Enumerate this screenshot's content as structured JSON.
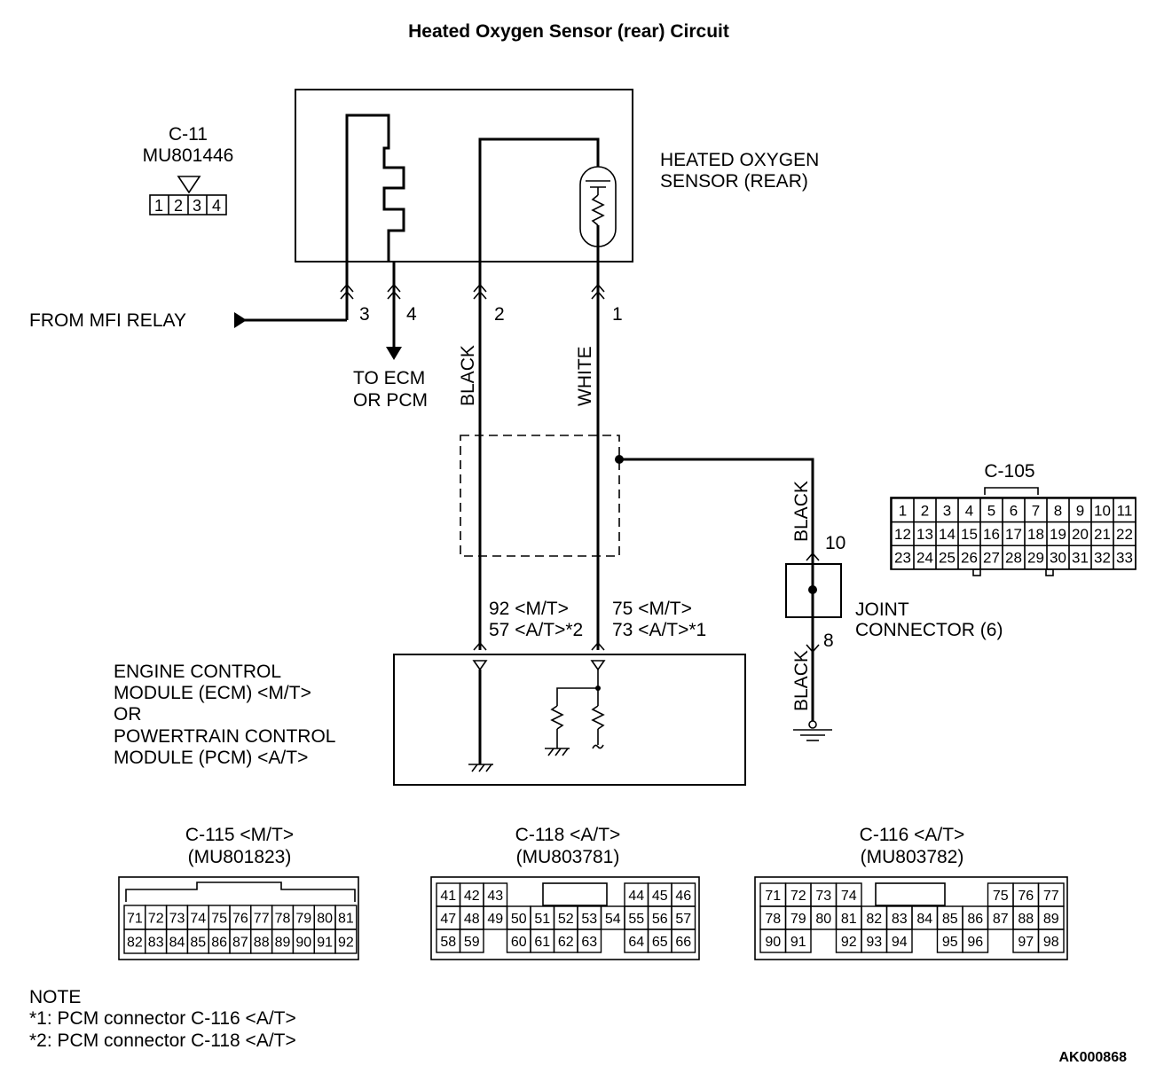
{
  "title": "Heated Oxygen Sensor (rear) Circuit",
  "drawing_code": "AK000868",
  "sensor": {
    "label_line1": "HEATED OXYGEN",
    "label_line2": "SENSOR (REAR)",
    "connector_id": "C-11",
    "connector_part": "MU801446",
    "connector_pins": [
      "1",
      "2",
      "3",
      "4"
    ]
  },
  "wires": {
    "pin3": "3",
    "pin4": "4",
    "pin2": "2",
    "pin1": "1",
    "from_relay": "FROM MFI RELAY",
    "to_ecm_line1": "TO ECM",
    "to_ecm_line2": "OR PCM",
    "color_black": "BLACK",
    "color_white": "WHITE",
    "ecm_pin_black_1": "92 <M/T>",
    "ecm_pin_black_2": "57 <A/T>*2",
    "ecm_pin_white_1": "75 <M/T>",
    "ecm_pin_white_2": "73 <A/T>*1"
  },
  "joint": {
    "pin_top": "10",
    "pin_bottom": "8",
    "wire_top_color": "BLACK",
    "wire_bottom_color": "BLACK",
    "label_line1": "JOINT",
    "label_line2": "CONNECTOR (6)",
    "connector_id": "C-105",
    "pins": [
      [
        "1",
        "2",
        "3",
        "4",
        "5",
        "6",
        "7",
        "8",
        "9",
        "10",
        "11"
      ],
      [
        "12",
        "13",
        "14",
        "15",
        "16",
        "17",
        "18",
        "19",
        "20",
        "21",
        "22"
      ],
      [
        "23",
        "24",
        "25",
        "26",
        "27",
        "28",
        "29",
        "30",
        "31",
        "32",
        "33"
      ]
    ]
  },
  "ecm": {
    "line1": "ENGINE CONTROL",
    "line2": "MODULE (ECM) <M/T>",
    "line3": "OR",
    "line4": "POWERTRAIN CONTROL",
    "line5": "MODULE (PCM) <A/T>"
  },
  "connectors": {
    "c115": {
      "label": "C-115 <M/T>",
      "part": "(MU801823)",
      "rows": [
        [
          "71",
          "72",
          "73",
          "74",
          "75",
          "76",
          "77",
          "78",
          "79",
          "80",
          "81"
        ],
        [
          "82",
          "83",
          "84",
          "85",
          "86",
          "87",
          "88",
          "89",
          "90",
          "91",
          "92"
        ]
      ]
    },
    "c118": {
      "label": "C-118 <A/T>",
      "part": "(MU803781)",
      "rows": [
        [
          "41",
          "42",
          "43",
          "",
          "",
          "",
          "",
          "",
          "44",
          "45",
          "46"
        ],
        [
          "47",
          "48",
          "49",
          "50",
          "51",
          "52",
          "53",
          "54",
          "55",
          "56",
          "57"
        ],
        [
          "58",
          "59",
          "",
          "60",
          "61",
          "62",
          "63",
          "",
          "64",
          "65",
          "66"
        ]
      ]
    },
    "c116": {
      "label": "C-116 <A/T>",
      "part": "(MU803782)",
      "rows": [
        [
          "71",
          "72",
          "73",
          "74",
          "",
          "",
          "",
          "",
          "",
          "75",
          "76",
          "77"
        ],
        [
          "78",
          "79",
          "80",
          "81",
          "82",
          "83",
          "84",
          "85",
          "86",
          "87",
          "88",
          "89"
        ],
        [
          "90",
          "91",
          "",
          "92",
          "93",
          "94",
          "",
          "95",
          "96",
          "",
          "97",
          "98"
        ]
      ]
    }
  },
  "note": {
    "heading": "NOTE",
    "line1": "*1: PCM connector C-116 <A/T>",
    "line2": "*2: PCM connector C-118 <A/T>"
  }
}
